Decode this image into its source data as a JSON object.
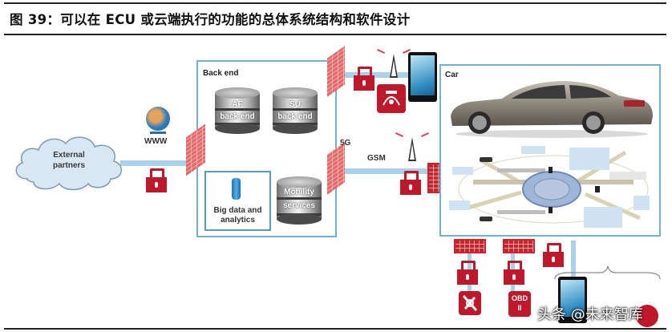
{
  "figure": {
    "title": "图 39：可以在 ECU 或云端执行的功能的总体系统结构和软件设计"
  },
  "external": {
    "cloud_label_line1": "External",
    "cloud_label_line2": "partners",
    "www_label": "WWW"
  },
  "backend": {
    "box_label": "Back end",
    "servers": [
      {
        "line1": "AF",
        "line2": "back end"
      },
      {
        "line1": "SU",
        "line2": "back end"
      },
      {
        "line1": "Mobility",
        "line2": "services"
      }
    ],
    "big_data": {
      "line1": "Big data and",
      "line2": "analytics"
    }
  },
  "links": {
    "fiveg_label": "5G",
    "gsm_label": "GSM"
  },
  "car": {
    "box_label": "Car"
  },
  "bottom_devices": {
    "obd_label": "OBD",
    "obd_sub": "II"
  },
  "watermark": {
    "text": "头条 @未来智库"
  },
  "colors": {
    "security_red": "#c0182b",
    "firewall_pink": "#e56a6a",
    "box_border": "#6fb3cf",
    "pipe_blue": "#a9d2ea"
  }
}
